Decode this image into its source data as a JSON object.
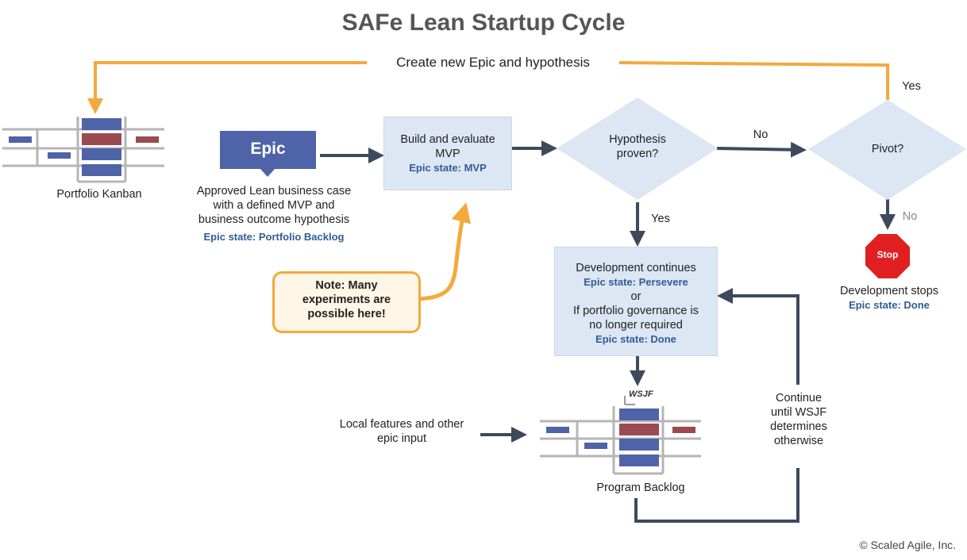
{
  "title": "SAFe Lean Startup Cycle",
  "top_loop_label": "Create new Epic and hypothesis",
  "portfolio_kanban_label": "Portfolio Kanban",
  "epic": {
    "badge": "Epic",
    "line1": "Approved Lean business case",
    "line2": "with a defined MVP and",
    "line3": "business outcome hypothesis",
    "state": "Epic state: Portfolio Backlog"
  },
  "mvp_box": {
    "line1": "Build and evaluate",
    "line2": "MVP",
    "state": "Epic state: MVP"
  },
  "hypothesis_decision": {
    "line1": "Hypothesis",
    "line2": "proven?"
  },
  "pivot_decision": {
    "label": "Pivot?"
  },
  "edge_labels": {
    "no_hypothesis": "No",
    "yes_pivot": "Yes",
    "yes_hypothesis": "Yes",
    "no_pivot": "No"
  },
  "stop": {
    "sign": "Stop",
    "line1": "Development stops",
    "state": "Epic state: Done"
  },
  "note": {
    "line1": "Note: Many",
    "line2": "experiments are",
    "line3": "possible here!"
  },
  "continue_box": {
    "line1": "Development continues",
    "state1": "Epic state: Persevere",
    "line2": "or",
    "line3": "If portfolio governance is",
    "line4": "no longer required",
    "state2": "Epic state: Done"
  },
  "wsjf_tag": "WSJF",
  "local_features": {
    "line1": "Local features and other",
    "line2": "epic input"
  },
  "program_backlog_label": "Program Backlog",
  "wsjf_loop": {
    "line1": "Continue",
    "line2": "until WSJF",
    "line3": "determines",
    "line4": "otherwise"
  },
  "copyright": "© Scaled Agile, Inc.",
  "colors": {
    "arrow": "#3d4a5c",
    "orange": "#f3a93c",
    "diamond": "#dde6f3",
    "epic_blue": "#4f63a8",
    "bar_red": "#9b4a52",
    "stop_red": "#e02020",
    "state_blue": "#2f5d95"
  }
}
